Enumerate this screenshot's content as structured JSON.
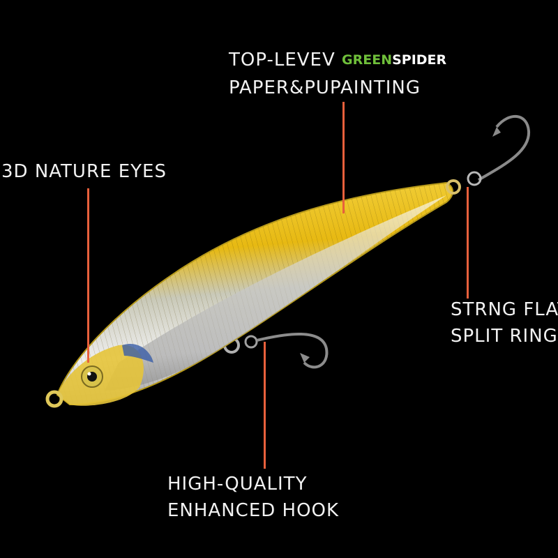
{
  "labels": {
    "paint_line1": "TOP-LEVEV",
    "brand_green": "GREEN",
    "brand_white": "SPIDER",
    "paint_line2": "PAPER&PUPAINTING",
    "eyes": "3D NATURE EYES",
    "ring_line1": "STRNG FLAT",
    "ring_line2": "SPLIT RING",
    "hook_line1": "HIGH-QUALITY",
    "hook_line2": "ENHANCED HOOK"
  },
  "colors": {
    "background": "#000000",
    "leader": "#e8603c",
    "brand_green": "#6fbf3a",
    "lure_gold": "#e8c21a",
    "lure_silver": "#d9d9d9"
  }
}
